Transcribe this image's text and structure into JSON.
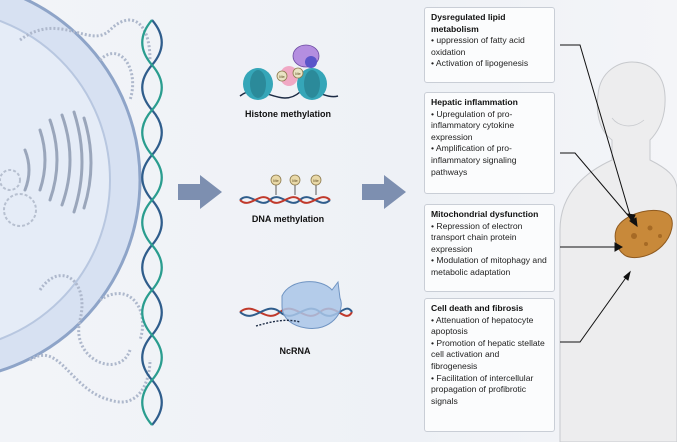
{
  "mechanisms": {
    "histone": "Histone methylation",
    "dna": "DNA methylation",
    "ncrna": "NcRNA"
  },
  "marks": {
    "methyl": "Me"
  },
  "outcomes": [
    {
      "title": "Dysregulated lipid metabolism",
      "items": [
        "• uppression of fatty acid oxidation",
        "• Activation of lipogenesis"
      ]
    },
    {
      "title": "Hepatic inflammation",
      "items": [
        "• Upregulation of pro-inflammatory cytokine expression",
        "• Amplification of pro-inflammatory signaling pathways"
      ]
    },
    {
      "title": "Mitochondrial dysfunction",
      "items": [
        "• Repression of electron transport chain protein expression",
        "• Modulation of mitophagy and metabolic adaptation"
      ]
    },
    {
      "title": "Cell death and fibrosis",
      "items": [
        "• Attenuation of hepatocyte apoptosis",
        "• Promotion of hepatic stellate cell activation and fibrogenesis",
        "• Facilitation of intercellular propagation of profibrotic signals"
      ]
    }
  ],
  "colors": {
    "arrow": "#7d8fb0",
    "cell": "#c9d6ee",
    "dna_blue": "#2f5d8c",
    "dna_teal": "#2a9d8f",
    "liver": "#c8893a"
  }
}
